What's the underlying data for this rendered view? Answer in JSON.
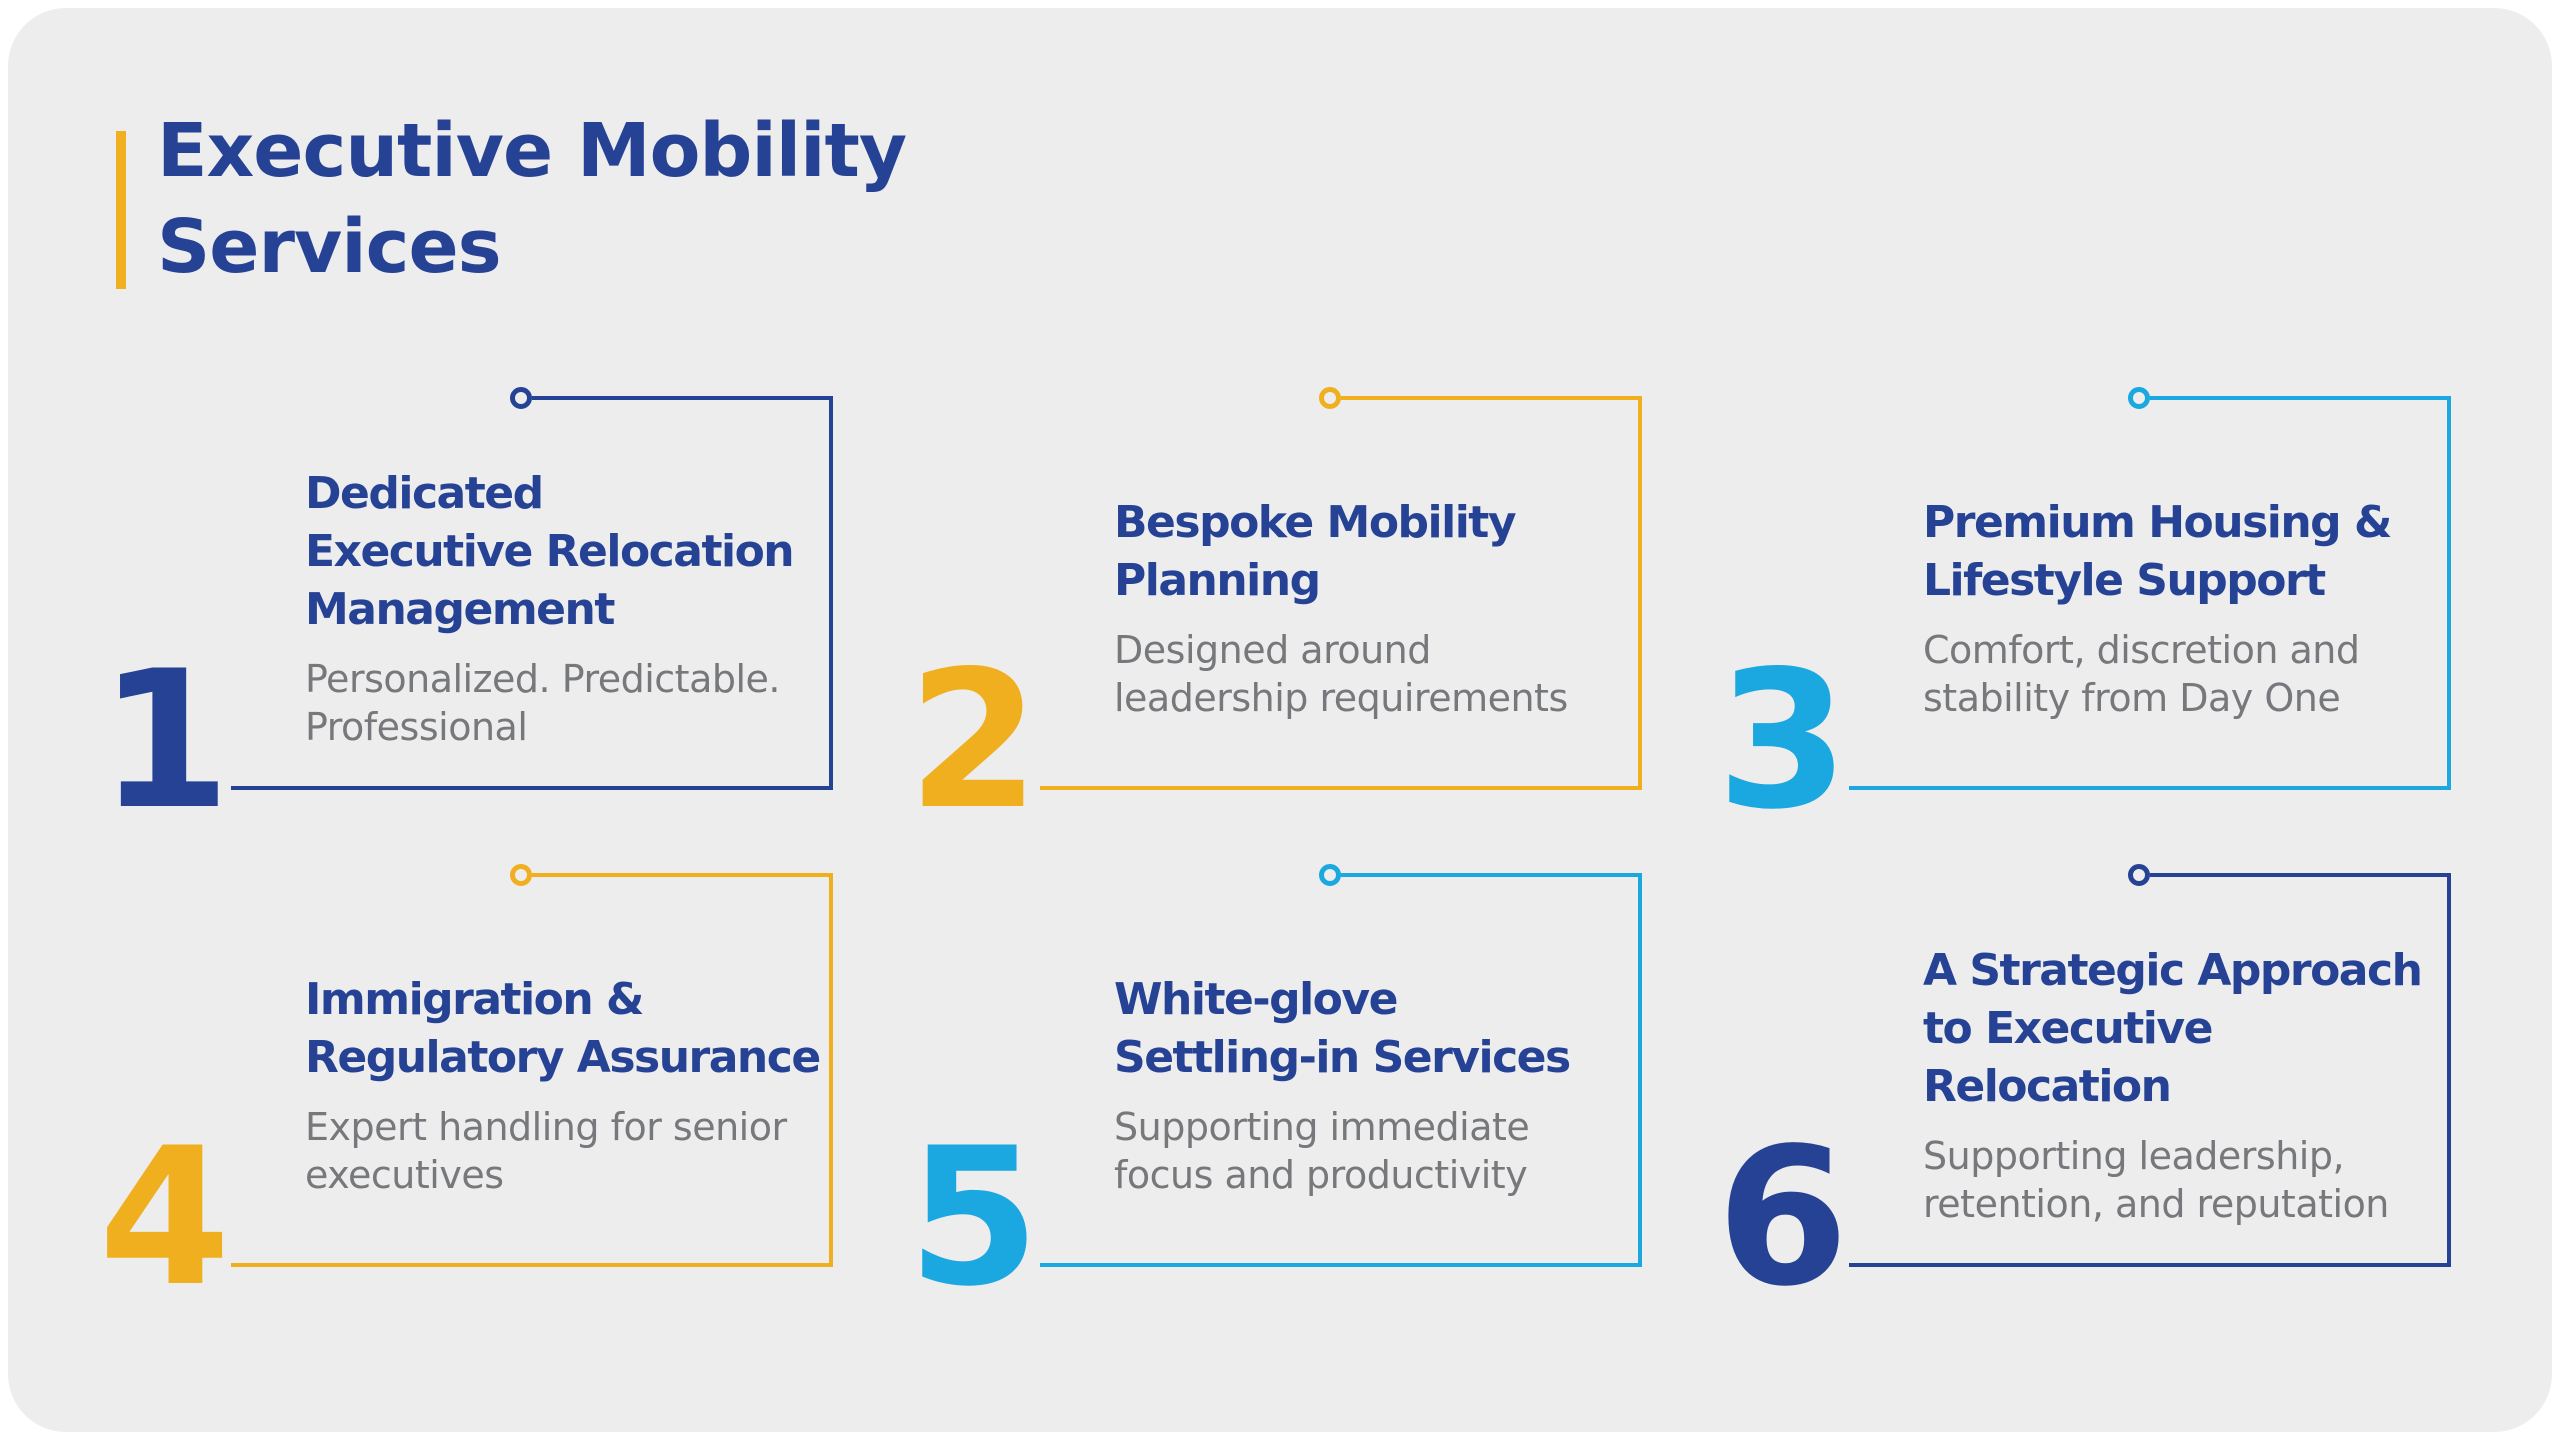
{
  "header": {
    "title": "Executive Mobility\nServices",
    "accent_bar_color": "#F0B01F"
  },
  "palette": {
    "brand_blue": "#264294",
    "gold": "#F0AF1E",
    "cyan": "#1BA7E0",
    "body_text_gray": "#77787B",
    "card_background": "#EDEDEE",
    "page_background": "#FFFFFF"
  },
  "cards": [
    {
      "number": "1",
      "accent_color": "#264294",
      "title": "Dedicated\nExecutive Relocation\nManagement",
      "subtitle": "Personalized. Predictable.\nProfessional"
    },
    {
      "number": "2",
      "accent_color": "#F0AF1E",
      "title": "Bespoke Mobility\nPlanning",
      "subtitle": "Designed around\nleadership requirements"
    },
    {
      "number": "3",
      "accent_color": "#1BA7E0",
      "title": "Premium Housing &\nLifestyle Support",
      "subtitle": "Comfort, discretion and\nstability from Day One"
    },
    {
      "number": "4",
      "accent_color": "#F0AF1E",
      "title": "Immigration &\nRegulatory Assurance",
      "subtitle": "Expert handling for senior\nexecutives"
    },
    {
      "number": "5",
      "accent_color": "#1BA7E0",
      "title": "White-glove\nSettling-in Services",
      "subtitle": "Supporting immediate\nfocus and productivity"
    },
    {
      "number": "6",
      "accent_color": "#264294",
      "title": "A Strategic Approach\nto Executive\nRelocation",
      "subtitle": "Supporting leadership,\nretention, and reputation"
    }
  ]
}
